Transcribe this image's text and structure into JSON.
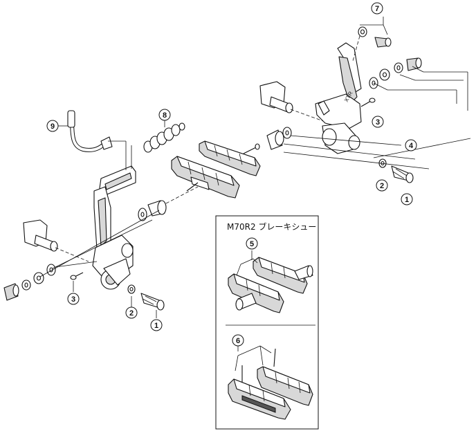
{
  "inset": {
    "title": "M70R2 ブレーキシュー"
  },
  "callouts": {
    "c1_right": "1",
    "c1_left": "1",
    "c2_right": "2",
    "c2_left": "2",
    "c3_right": "3",
    "c3_left": "3",
    "c4": "4",
    "c5": "5",
    "c6": "6",
    "c7": "7",
    "c8": "8",
    "c9": "9"
  }
}
